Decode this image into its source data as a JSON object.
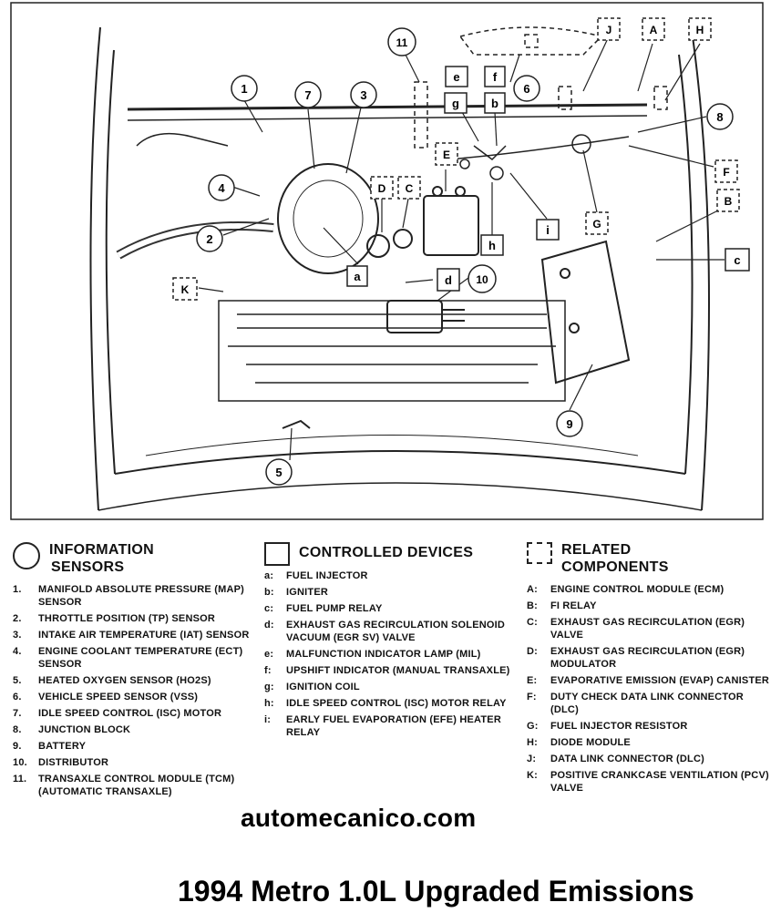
{
  "callouts": {
    "n1": "1",
    "n2": "2",
    "n3": "3",
    "n4": "4",
    "n5": "5",
    "n6": "6",
    "n7": "7",
    "n8": "8",
    "n9": "9",
    "n10": "10",
    "n11": "11",
    "la": "a",
    "lb": "b",
    "lc": "c",
    "ld": "d",
    "le": "e",
    "lf": "f",
    "lg": "g",
    "lh": "h",
    "li": "i",
    "uA": "A",
    "uB": "B",
    "uC": "C",
    "uD": "D",
    "uE": "E",
    "uF": "F",
    "uG": "G",
    "uH": "H",
    "uJ": "J",
    "uK": "K"
  },
  "legend": {
    "info": {
      "title": [
        "INFORMATION",
        "SENSORS"
      ],
      "items": [
        {
          "key": "1.",
          "text": "MANIFOLD ABSOLUTE PRESSURE (MAP) SENSOR"
        },
        {
          "key": "2.",
          "text": "THROTTLE POSITION (TP) SENSOR"
        },
        {
          "key": "3.",
          "text": "INTAKE AIR TEMPERATURE (IAT) SENSOR"
        },
        {
          "key": "4.",
          "text": "ENGINE COOLANT TEMPERATURE (ECT) SENSOR"
        },
        {
          "key": "5.",
          "text": "HEATED OXYGEN SENSOR (HO2S)"
        },
        {
          "key": "6.",
          "text": "VEHICLE SPEED SENSOR (VSS)"
        },
        {
          "key": "7.",
          "text": "IDLE SPEED CONTROL (ISC) MOTOR"
        },
        {
          "key": "8.",
          "text": "JUNCTION BLOCK"
        },
        {
          "key": "9.",
          "text": "BATTERY"
        },
        {
          "key": "10.",
          "text": "DISTRIBUTOR"
        },
        {
          "key": "11.",
          "text": "TRANSAXLE CONTROL MODULE (TCM) (AUTOMATIC TRANSAXLE)"
        }
      ]
    },
    "controlled": {
      "title": [
        "CONTROLLED DEVICES"
      ],
      "items": [
        {
          "key": "a:",
          "text": "FUEL INJECTOR"
        },
        {
          "key": "b:",
          "text": "IGNITER"
        },
        {
          "key": "c:",
          "text": "FUEL PUMP RELAY"
        },
        {
          "key": "d:",
          "text": "EXHAUST GAS RECIRCULATION SOLENOID VACUUM (EGR SV) VALVE"
        },
        {
          "key": "e:",
          "text": "MALFUNCTION INDICATOR LAMP (MIL)"
        },
        {
          "key": "f:",
          "text": "UPSHIFT INDICATOR (MANUAL TRANSAXLE)"
        },
        {
          "key": "g:",
          "text": "IGNITION COIL"
        },
        {
          "key": "h:",
          "text": "IDLE SPEED CONTROL (ISC) MOTOR RELAY"
        },
        {
          "key": "i:",
          "text": "EARLY FUEL EVAPORATION (EFE) HEATER RELAY"
        }
      ]
    },
    "related": {
      "title": [
        "RELATED",
        "COMPONENTS"
      ],
      "items": [
        {
          "key": "A:",
          "text": "ENGINE CONTROL MODULE (ECM)"
        },
        {
          "key": "B:",
          "text": "FI RELAY"
        },
        {
          "key": "C:",
          "text": "EXHAUST GAS RECIRCULATION (EGR) VALVE"
        },
        {
          "key": "D:",
          "text": "EXHAUST GAS RECIRCULATION (EGR) MODULATOR"
        },
        {
          "key": "E:",
          "text": "EVAPORATIVE EMISSION (EVAP) CANISTER"
        },
        {
          "key": "F:",
          "text": "DUTY CHECK DATA LINK CONNECTOR (DLC)"
        },
        {
          "key": "G:",
          "text": "FUEL INJECTOR RESISTOR"
        },
        {
          "key": "H:",
          "text": "DIODE MODULE"
        },
        {
          "key": "J:",
          "text": "DATA LINK CONNECTOR (DLC)"
        },
        {
          "key": "K:",
          "text": "POSITIVE CRANKCASE VENTILATION (PCV) VALVE"
        }
      ]
    }
  },
  "watermark": "automecanico.com",
  "caption": "1994 Metro 1.0L Upgraded Emissions"
}
